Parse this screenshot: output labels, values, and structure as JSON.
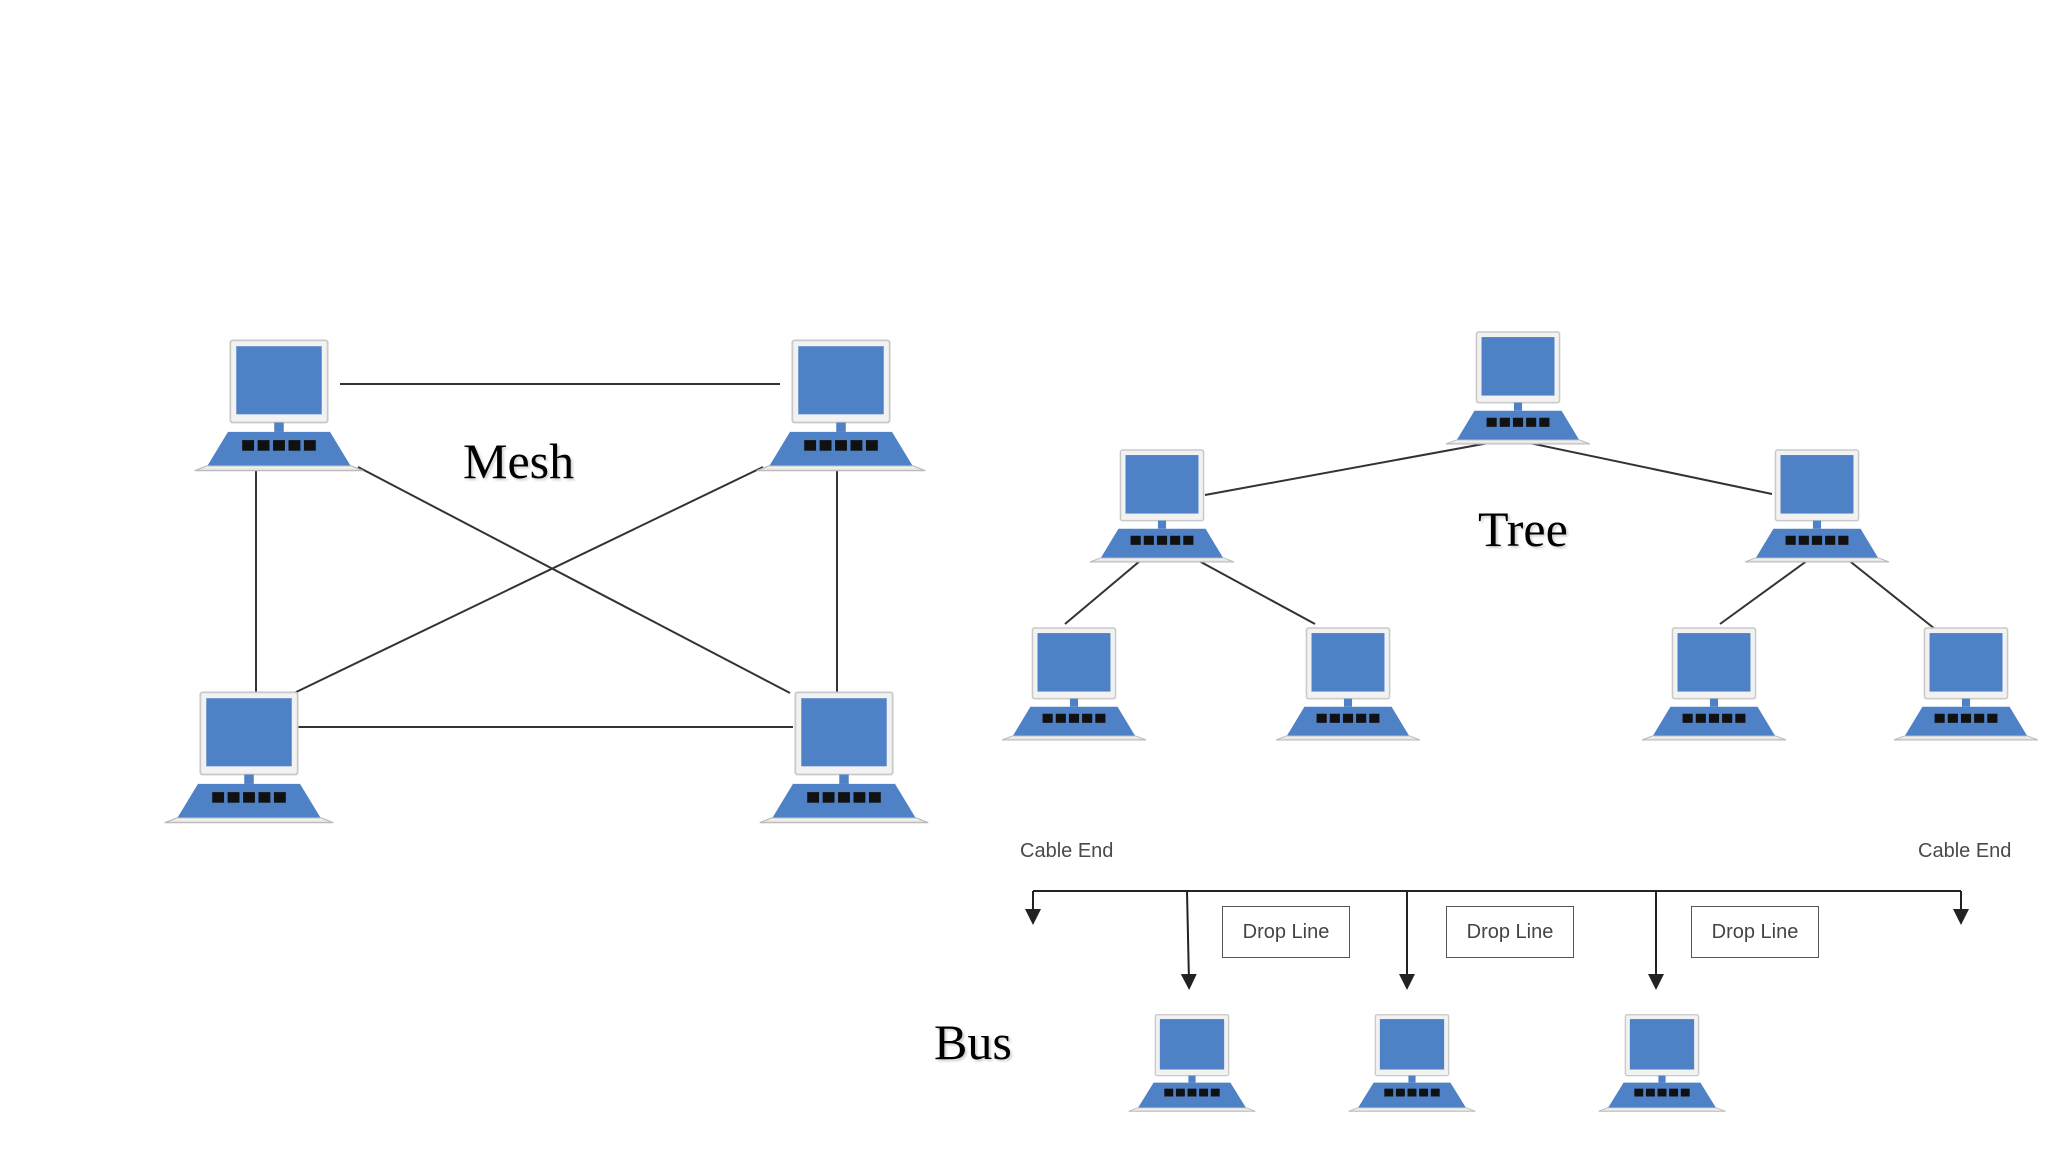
{
  "mesh": {
    "title": "Mesh",
    "node_icon": "desktop-computer-icon"
  },
  "tree": {
    "title": "Tree",
    "node_icon": "desktop-computer-icon"
  },
  "bus": {
    "title": "Bus",
    "cable_end_left": "Cable End",
    "cable_end_right": "Cable End",
    "drop_lines": [
      "Drop Line",
      "Drop Line",
      "Drop Line"
    ],
    "node_icon": "desktop-computer-icon"
  },
  "colors": {
    "screen": "#4f81c7",
    "monitor_frame": "#f2f2f2",
    "keyboard": "#4f81c7",
    "keys": "#111111",
    "connector": "#333333"
  }
}
